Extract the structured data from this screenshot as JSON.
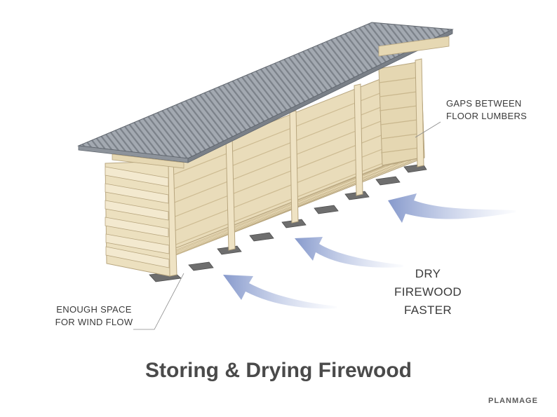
{
  "title": "Storing & Drying Firewood",
  "callouts": {
    "floor_gaps": [
      "GAPS BETWEEN",
      "FLOOR LUMBERS"
    ],
    "dry_faster": [
      "DRY",
      "FIREWOOD",
      "FASTER"
    ],
    "wind_space": [
      "ENOUGH SPACE",
      "FOR WIND FLOW"
    ]
  },
  "brand": {
    "logo_text": "PLANMAGE"
  },
  "colors": {
    "wood": "#efe3c4",
    "wood_dark": "#d7c6a0",
    "wood_edge": "#b8a67f",
    "roof": "#9aa0a8",
    "roof_dark": "#6f757d",
    "block": "#6e6e6e",
    "arrow": "#8c9fd0",
    "text": "#3a3a3a"
  }
}
